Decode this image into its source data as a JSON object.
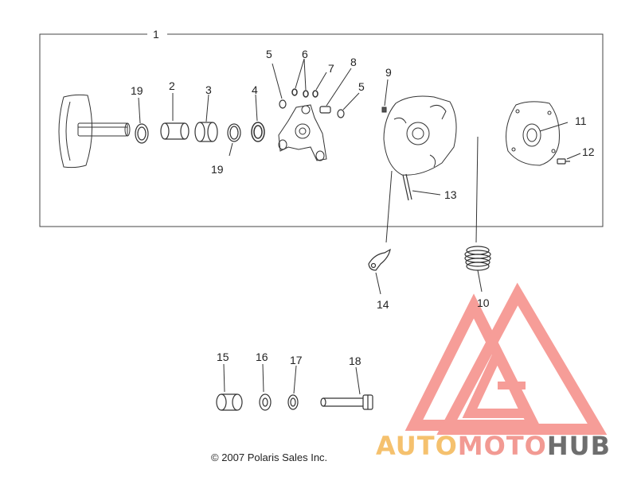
{
  "callouts": {
    "c1": "1",
    "c2": "2",
    "c3": "3",
    "c4": "4",
    "c5a": "5",
    "c5b": "5",
    "c6": "6",
    "c7": "7",
    "c8": "8",
    "c9": "9",
    "c10": "10",
    "c11": "11",
    "c12": "12",
    "c13": "13",
    "c14": "14",
    "c15": "15",
    "c16": "16",
    "c17": "17",
    "c18": "18",
    "c19a": "19",
    "c19b": "19"
  },
  "copyright": "© 2007 Polaris Sales Inc.",
  "watermark": {
    "part1": "AUTO",
    "part2": "MOTO",
    "part3": "HUB",
    "color_auto": "#f5c16e",
    "color_moto": "#f29a93",
    "color_hub": "#6e6e6e",
    "logo_color": "#f47d76"
  }
}
